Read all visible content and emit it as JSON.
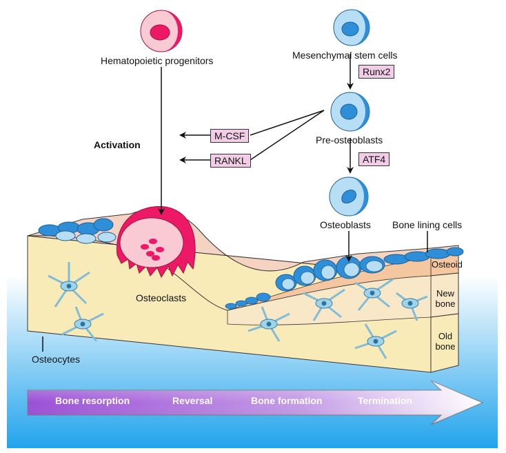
{
  "cells": {
    "hematopoietic": "Hematopoietic progenitors",
    "mesenchymal": "Mesenchymal stem cells",
    "pre_osteoblasts": "Pre-osteoblasts",
    "osteoblasts": "Osteoblasts",
    "bone_lining": "Bone lining cells",
    "osteoclasts": "Osteoclasts",
    "osteocytes": "Osteocytes"
  },
  "factors": {
    "runx2": "Runx2",
    "atf4": "ATF4",
    "mcsf": "M-CSF",
    "rankl": "RANKL"
  },
  "activation": "Activation",
  "layers": {
    "osteoid": "Osteoid",
    "new_bone": [
      "New",
      "bone"
    ],
    "old_bone": [
      "Old",
      "bone"
    ]
  },
  "phases": [
    "Bone resorption",
    "Reversal",
    "Bone formation",
    "Termination"
  ],
  "colors": {
    "bone_old": "#f8ebb8",
    "bone_new": "#f9e8c8",
    "osteoid": "#f4c7a0",
    "resorption_surface": "#f5d3c2",
    "cell_blue": "#2e8fd8",
    "cell_light": "#b8def5",
    "osteoclast_red": "#ee1966",
    "osteoclast_pink": "#f9c9d4",
    "osteocyte": "#9fd3ea",
    "factor_box": "#f3cde7",
    "arrow_start": "#9b4fd6",
    "arrow_end": "#ffffff",
    "background_gradient": "#22a3ec"
  }
}
